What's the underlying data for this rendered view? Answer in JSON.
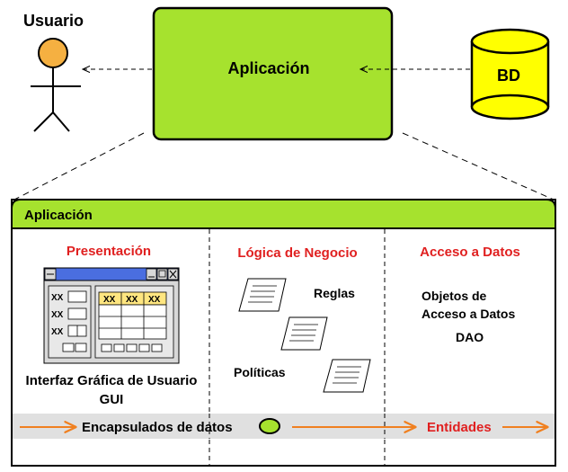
{
  "top": {
    "user_label": "Usuario",
    "app_label": "Aplicación",
    "db_label": "BD"
  },
  "panel": {
    "title": "Aplicación",
    "columns": [
      {
        "heading": "Presentación",
        "caption_line1": "Interfaz Gráfica de Usuario",
        "caption_line2": "GUI",
        "gui": {
          "row_labels": [
            "XX",
            "XX",
            "XX"
          ],
          "header_cells": [
            "XX",
            "XX",
            "XX"
          ]
        }
      },
      {
        "heading": "Lógica de Negocio",
        "label_rules": "Reglas",
        "label_policies": "Políticas"
      },
      {
        "heading": "Acceso a Datos",
        "line1": "Objetos de",
        "line2": "Acceso a Datos",
        "line3": "DAO"
      }
    ],
    "footer": {
      "left_label": "Encapsulados de datos",
      "right_label": "Entidades"
    }
  },
  "colors": {
    "app_green": "#a6e22e",
    "db_yellow": "#ffff00",
    "head_orange": "#f5b041",
    "heading_red": "#e02020",
    "arrow_orange": "#f08020",
    "footer_gray": "#e0e0e0",
    "gui_blue": "#4a6ee0"
  }
}
